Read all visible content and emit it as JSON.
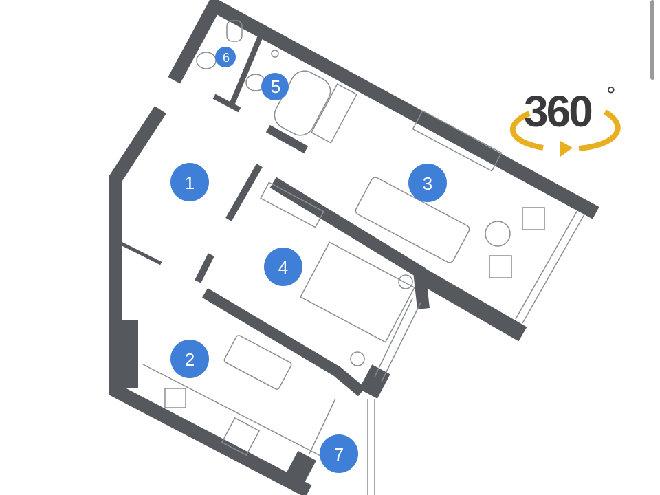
{
  "logo": {
    "text": "360",
    "degree": "°",
    "arrow_color": "#e8b020",
    "text_color": "#3a3a3a"
  },
  "colors": {
    "wall": "#55595d",
    "badge": "#3f7fd8"
  },
  "rooms": [
    {
      "label": "1"
    },
    {
      "label": "2"
    },
    {
      "label": "3"
    },
    {
      "label": "4"
    },
    {
      "label": "5"
    },
    {
      "label": "6"
    },
    {
      "label": "7"
    }
  ]
}
